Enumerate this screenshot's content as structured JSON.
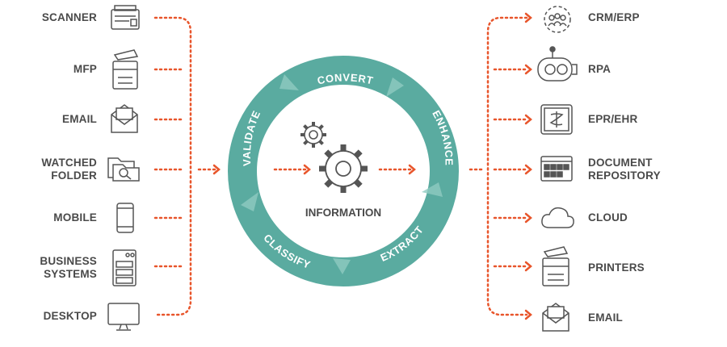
{
  "sources": [
    {
      "label": "SCANNER",
      "icon": "scanner-icon"
    },
    {
      "label": "MFP",
      "icon": "mfp-icon"
    },
    {
      "label": "EMAIL",
      "icon": "email-icon"
    },
    {
      "label": "WATCHED\nFOLDER",
      "icon": "watched-folder-icon"
    },
    {
      "label": "MOBILE",
      "icon": "mobile-icon"
    },
    {
      "label": "BUSINESS\nSYSTEMS",
      "icon": "business-systems-icon"
    },
    {
      "label": "DESKTOP",
      "icon": "desktop-icon"
    }
  ],
  "destinations": [
    {
      "label": "CRM/ERP",
      "icon": "crm-erp-icon"
    },
    {
      "label": "RPA",
      "icon": "rpa-icon"
    },
    {
      "label": "EPR/EHR",
      "icon": "epr-ehr-icon"
    },
    {
      "label": "DOCUMENT\nREPOSITORY",
      "icon": "document-repository-icon"
    },
    {
      "label": "CLOUD",
      "icon": "cloud-icon"
    },
    {
      "label": "PRINTERS",
      "icon": "printers-icon"
    },
    {
      "label": "EMAIL",
      "icon": "email-icon"
    }
  ],
  "stages": {
    "convert": "CONVERT",
    "enhance": "ENHANCE",
    "extract": "EXTRACT",
    "classify": "CLASSIFY",
    "validate": "VALIDATE"
  },
  "center_label": "INFORMATION",
  "colors": {
    "ring": "#5aaba0",
    "ring_light": "#8fcac1",
    "arrow": "#e8552b",
    "text": "#4a4a4a",
    "icon": "#555555"
  }
}
